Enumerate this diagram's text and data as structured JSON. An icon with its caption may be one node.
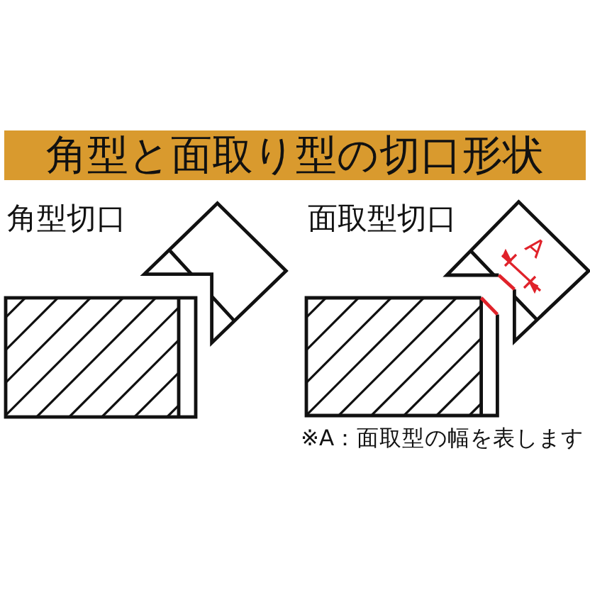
{
  "diagram": {
    "title": "角型と面取り型の切口形状",
    "labels": [
      "角型切口",
      "面取型切口",
      "A",
      "※A：面取型の幅を表します"
    ]
  }
}
